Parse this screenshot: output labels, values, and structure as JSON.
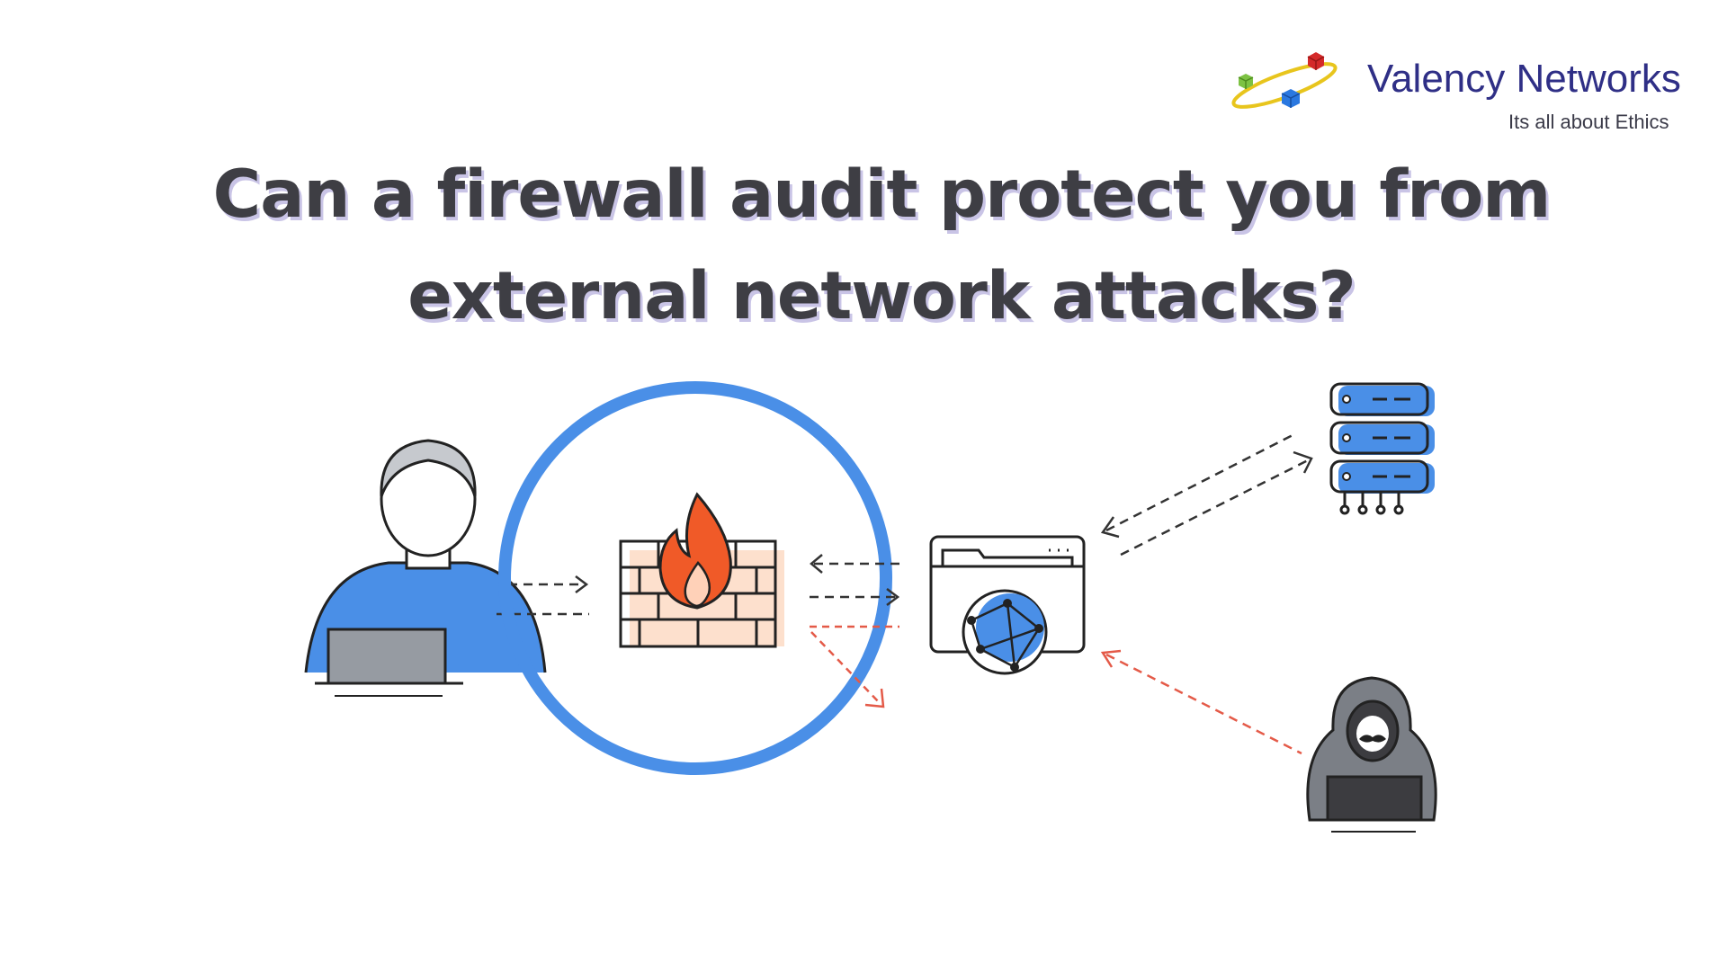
{
  "brand": {
    "name": "Valency Networks",
    "tagline": "Its all about Ethics"
  },
  "headline": "Can a firewall audit protect you from external network attacks?",
  "colors": {
    "title": "#3e3e44",
    "title_shadow": "#c9c4e6",
    "accent_blue": "#4a8fe7",
    "flame": "#f05a28",
    "attack_arrow": "#e45a48",
    "brand_text": "#2f2f86"
  },
  "icons": [
    "user-laptop-icon",
    "firewall-icon",
    "browser-globe-icon",
    "server-stack-icon",
    "hacker-icon"
  ]
}
